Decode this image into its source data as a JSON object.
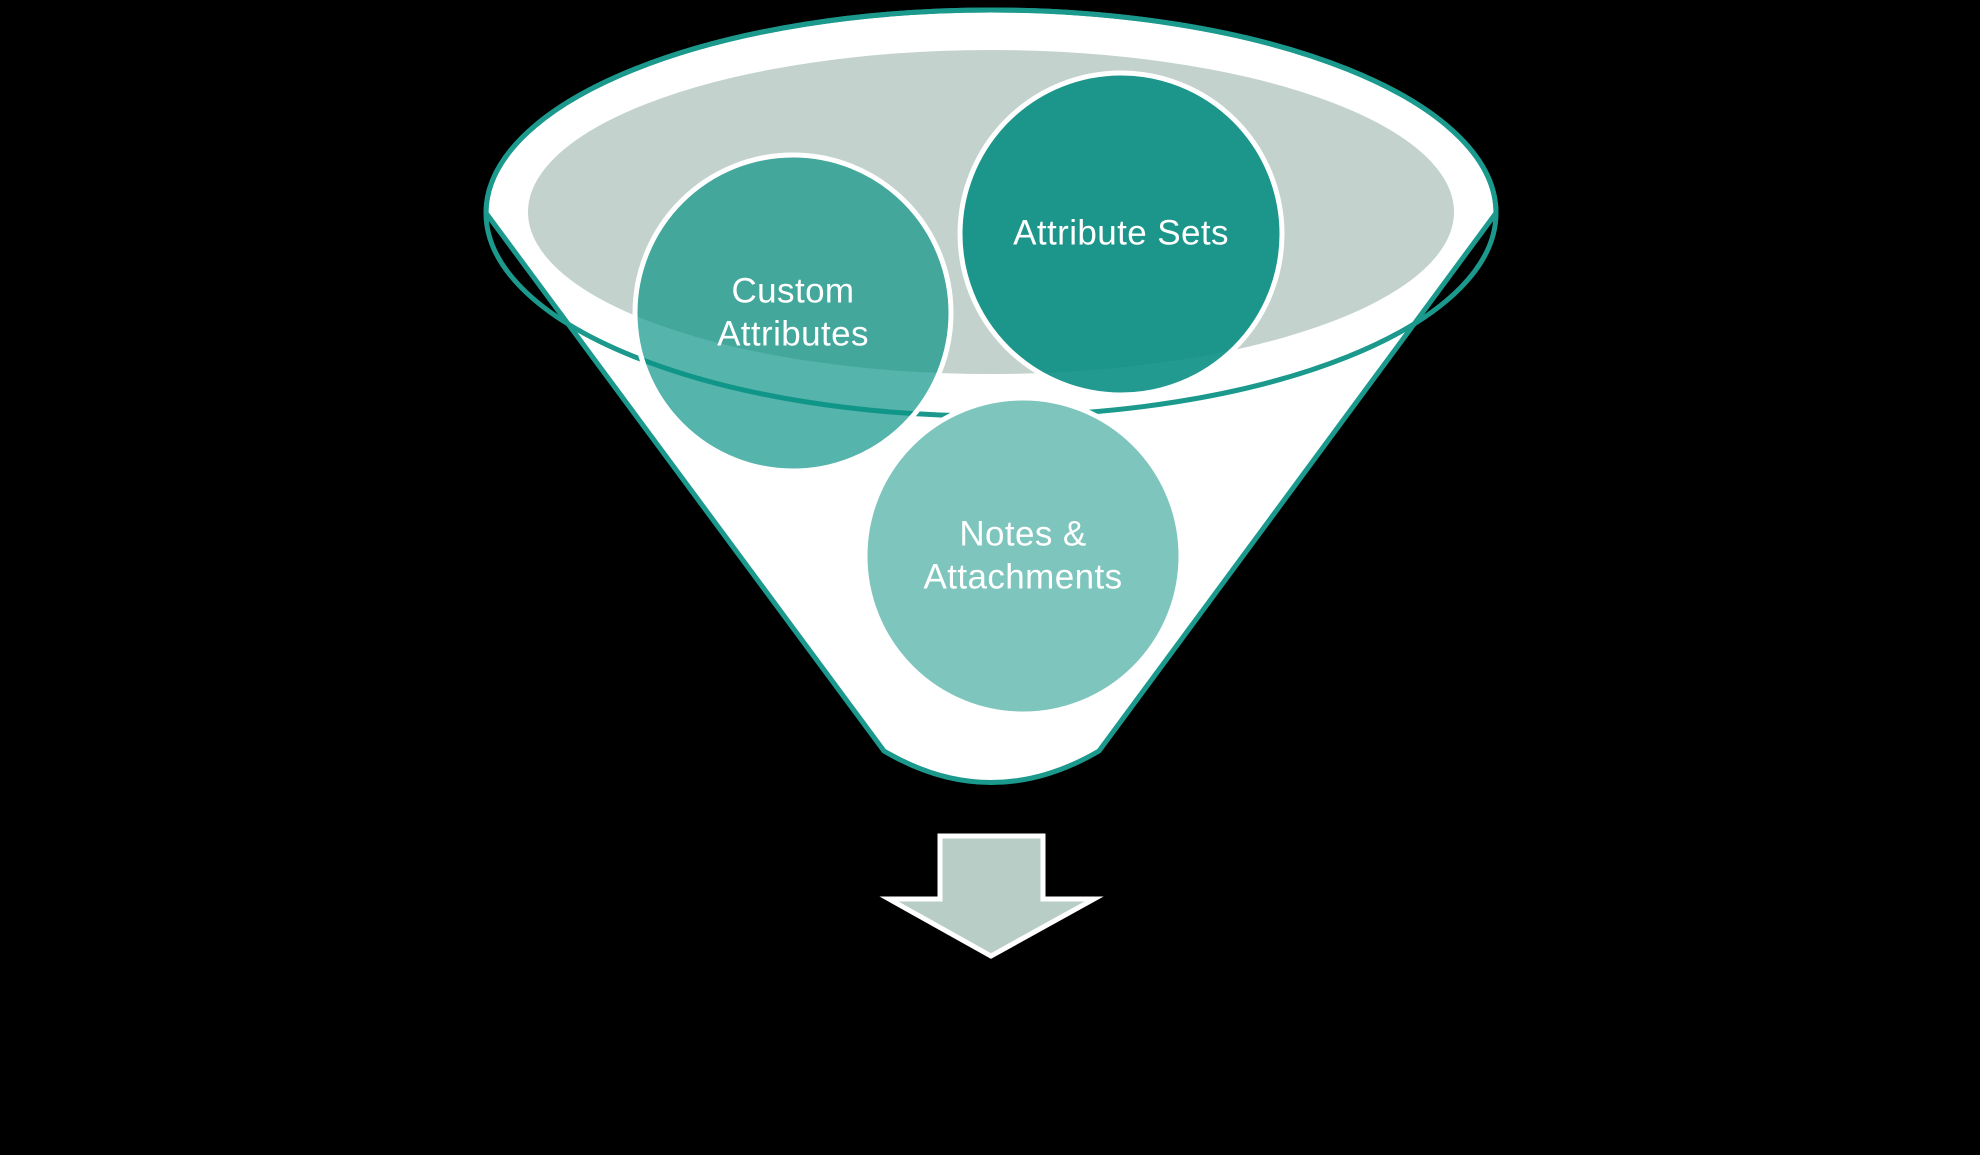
{
  "background_color": "#000000",
  "funnel": {
    "outline_color": "#1a998c",
    "body_color": "#ffffff",
    "surface_color": "#c3d2cc"
  },
  "circles": [
    {
      "id": "custom-attributes",
      "label": "Custom Attributes",
      "fill": "rgba(13,148,136,0.70)",
      "border": "#ffffff"
    },
    {
      "id": "attribute-sets",
      "label": "Attribute Sets",
      "fill": "rgba(10,143,132,0.90)",
      "border": "#ffffff"
    },
    {
      "id": "notes-attachments",
      "label": "Notes & Attachments",
      "fill": "#7ec5bd",
      "border": "#ffffff"
    }
  ],
  "arrow": {
    "direction": "down",
    "fill": "#b9cdc7",
    "border": "#ffffff"
  }
}
